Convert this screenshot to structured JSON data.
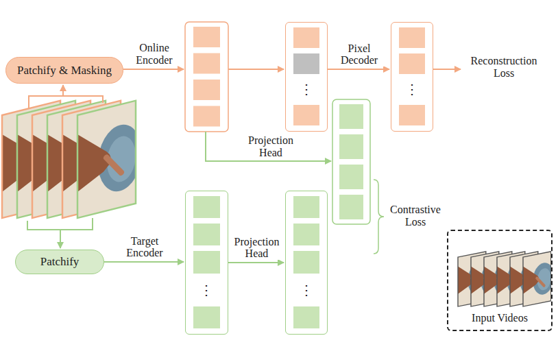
{
  "diagram": {
    "nodes": [
      {
        "text": [
          "Patchify & Masking"
        ]
      },
      {
        "text": [
          "⋮"
        ]
      },
      {
        "text": [
          "⋮"
        ]
      },
      {
        "text": [
          "Patchify"
        ]
      },
      {
        "text": [
          "⋮"
        ]
      },
      {
        "text": [
          "⋮"
        ]
      },
      {
        "text": [
          "Input Videos"
        ]
      }
    ],
    "edges": [
      {
        "from": 1,
        "to": 2,
        "label": "Pixel Decoder",
        "arrow": "to"
      },
      {
        "from": 3,
        "to": 4,
        "label": "Target Encoder",
        "arrow": "to"
      },
      {
        "from": 4,
        "to": 5,
        "label": "Projection Head",
        "arrow": "to"
      }
    ],
    "labels": [
      "Online Encoder",
      "Projection Head",
      "Reconstruction Loss",
      "Contrastive Loss"
    ]
  }
}
